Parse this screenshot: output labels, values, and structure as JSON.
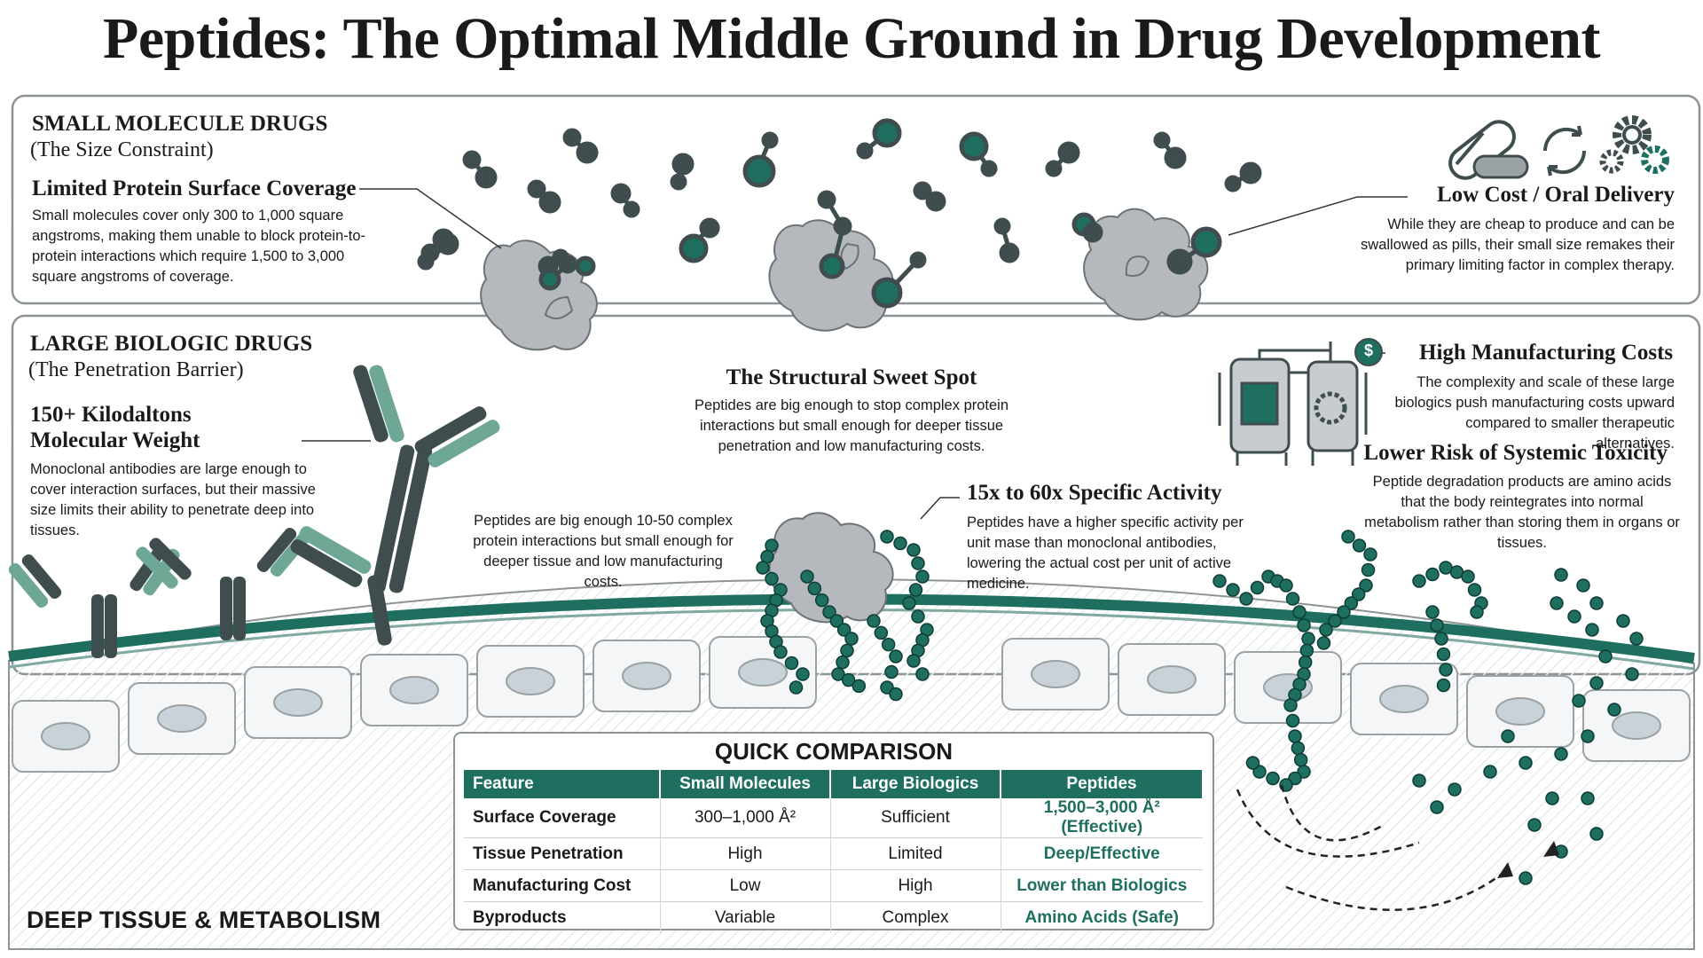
{
  "title": "Peptides: The Optimal Middle Ground in Drug Development",
  "small_molecule": {
    "heading": "SMALL MOLECULE DRUGS",
    "subheading": "(The Size Constraint)",
    "coverage_title": "Limited Protein Surface Coverage",
    "coverage_text": "Small molecules cover only 300 to 1,000 square angstroms, making them unable to block protein-to-protein interactions which require 1,500 to 3,000 square angstroms of coverage.",
    "cost_title": "Low Cost / Oral Delivery",
    "cost_text": "While they are cheap to produce and can be swallowed as pills, their small size remakes their primary limiting factor in complex therapy."
  },
  "biologic": {
    "heading": "LARGE BIOLOGIC DRUGS",
    "subheading": "(The Penetration Barrier)",
    "weight_title_1": "150+ Kilodaltons",
    "weight_title_2": "Molecular Weight",
    "weight_text": "Monoclonal antibodies are large enough to cover interaction surfaces, but their massive size limits their ability to penetrate deep into tissues.",
    "mfg_title": "High Manufacturing Costs",
    "mfg_text": "The complexity and scale of these large biologics push manufacturing costs upward compared to smaller therapeutic alternatives."
  },
  "peptide": {
    "sweet_title": "The Structural Sweet Spot",
    "sweet_text": "Peptides are big enough to stop complex protein interactions but small enough for deeper tissue penetration and low manufacturing costs.",
    "mid_text": "Peptides are big enough 10-50 complex protein interactions but small enough for deeper tissue and low manufacturing costs.",
    "activity_title": "15x to 60x Specific Activity",
    "activity_text": "Peptides have a higher specific activity per unit mase than monoclonal antibodies, lowering the actual cost per unit of active medicine.",
    "toxicity_title": "Lower Risk of Systemic Toxicity",
    "toxicity_text": "Peptide degradation products are amino acids that the body reintegrates into normal metabolism rather than storing them in organs or tissues."
  },
  "dollar_symbol": "$",
  "comparison": {
    "title": "QUICK COMPARISON",
    "headers": [
      "Feature",
      "Small Molecules",
      "Large Biologics",
      "Peptides"
    ],
    "rows": [
      [
        "Surface Coverage",
        "300–1,000 Å²",
        "Sufficient",
        "1,500–3,000 Å² (Effective)"
      ],
      [
        "Tissue Penetration",
        "High",
        "Limited",
        "Deep/Effective"
      ],
      [
        "Manufacturing Cost",
        "Low",
        "High",
        "Lower than Biologics"
      ],
      [
        "Byproducts",
        "Variable",
        "Complex",
        "Amino Acids (Safe)"
      ]
    ]
  },
  "deep_tissue_label": "DEEP TISSUE & METABOLISM",
  "colors": {
    "teal": "#1f6f61",
    "dark_slate": "#3f4d4f",
    "protein_gray": "#b5b8bc",
    "panel_border": "#8d9497"
  },
  "icons": [
    "pill-icon",
    "cycle-arrows-icon",
    "gears-icon",
    "dollar-coin-icon",
    "bioreactor-icon"
  ]
}
